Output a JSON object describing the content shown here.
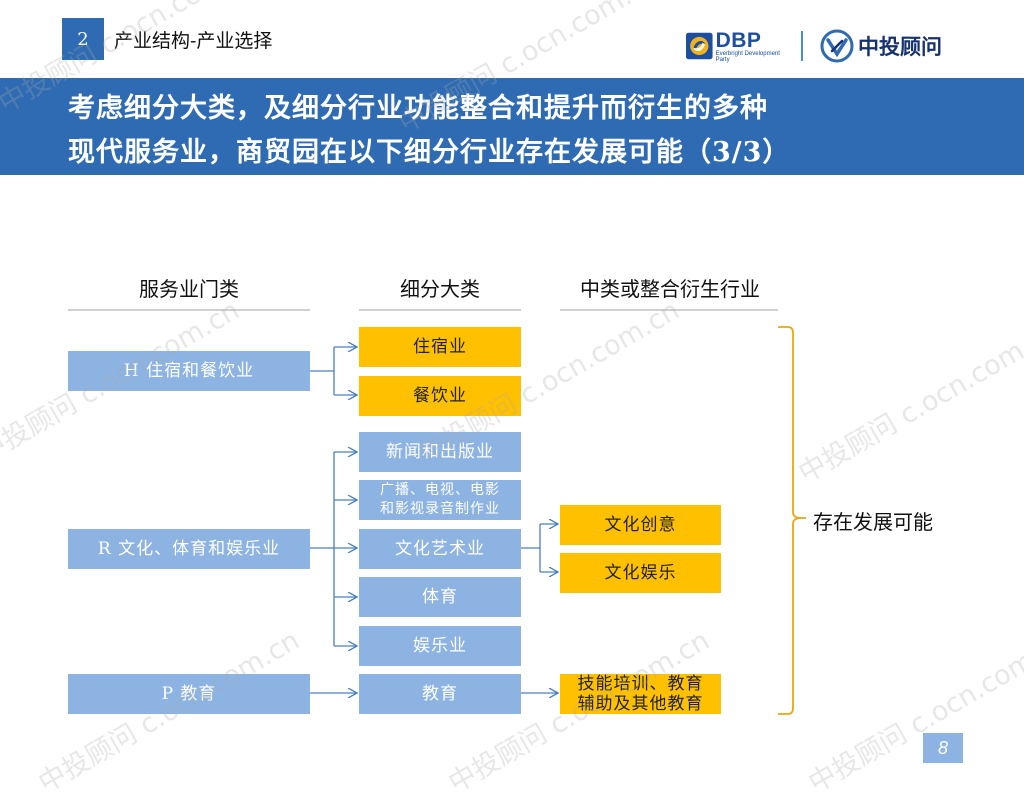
{
  "header": {
    "section_number": "2",
    "section_title": "产业结构-产业选择",
    "logo_dbp_text": "DBP",
    "logo_dbp_sub": "Everbright Development Party",
    "logo_zt_text": "中投顾问"
  },
  "banner": {
    "line1": "考虑细分大类，及细分行业功能整合和提升而衍生的多种",
    "line2": "现代服务业，商贸园在以下细分行业存在发展可能（3/3）"
  },
  "columns": {
    "col1": "服务业门类",
    "col2": "细分大类",
    "col3": "中类或整合衍生行业"
  },
  "categories": {
    "h": "H 住宿和餐饮业",
    "r": "R 文化、体育和娱乐业",
    "p": "P 教育"
  },
  "subclasses": {
    "accommodation": "住宿业",
    "catering": "餐饮业",
    "news_publishing": "新闻和出版业",
    "broadcast_line1": "广播、电视、电影",
    "broadcast_line2": "和影视录音制作业",
    "culture_art": "文化艺术业",
    "sports": "体育",
    "entertainment": "娱乐业",
    "education": "教育"
  },
  "derived": {
    "cultural_creative": "文化创意",
    "cultural_entertainment": "文化娱乐",
    "skills_line1": "技能培训、教育",
    "skills_line2": "辅助及其他教育"
  },
  "result_text": "存在发展可能",
  "page_number": "8",
  "watermark_text": "中投顾问 c.ocn.com.cn",
  "colors": {
    "primary_blue": "#2f6bb3",
    "light_blue_box": "#8db3e2",
    "gold_box": "#ffc000",
    "connector": "#4a7fc0",
    "brace": "#e6a817"
  }
}
